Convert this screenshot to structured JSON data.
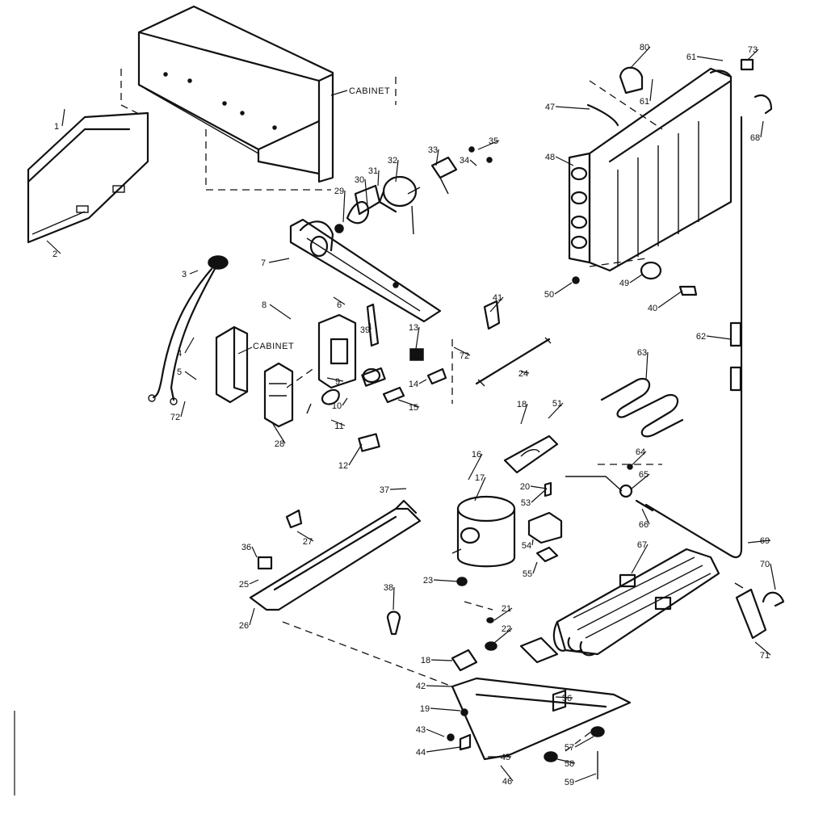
{
  "cabinet_labels": [
    "CABINET",
    "CABINET"
  ],
  "part_numbers": [
    "1",
    "2",
    "3",
    "4",
    "5",
    "6",
    "7",
    "8",
    "9",
    "10",
    "11",
    "12",
    "13",
    "14",
    "15",
    "16",
    "17",
    "18",
    "18",
    "19",
    "20",
    "21",
    "22",
    "23",
    "24",
    "25",
    "26",
    "27",
    "28",
    "29",
    "30",
    "31",
    "32",
    "33",
    "34",
    "35",
    "36",
    "37",
    "38",
    "39",
    "40",
    "41",
    "42",
    "43",
    "44",
    "45",
    "46",
    "47",
    "48",
    "49",
    "50",
    "51",
    "53",
    "54",
    "55",
    "56",
    "57",
    "58",
    "59",
    "61",
    "61",
    "62",
    "63",
    "64",
    "65",
    "66",
    "67",
    "68",
    "69",
    "70",
    "71",
    "72",
    "72",
    "73",
    "80"
  ]
}
